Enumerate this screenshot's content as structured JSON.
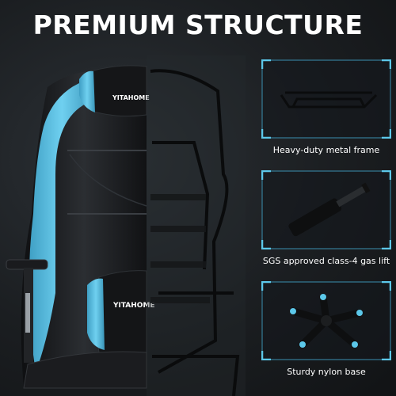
{
  "header": {
    "title": "PREMIUM STRUCTURE"
  },
  "hero": {
    "brand_top": "YITAHOME",
    "brand_mid": "YITAHOME"
  },
  "features": [
    {
      "caption": "Heavy-duty metal frame",
      "icon": "metal-frame-icon"
    },
    {
      "caption": "SGS approved class-4 gas lift",
      "icon": "gas-lift-icon"
    },
    {
      "caption": "Sturdy nylon base",
      "icon": "nylon-base-icon"
    }
  ],
  "colors": {
    "accent": "#5cc8ea",
    "box_border": "#3a8fb0",
    "dark": "#1a1d20",
    "leather_blue": "#5fbfe0",
    "leather_black": "#1c1e21"
  }
}
